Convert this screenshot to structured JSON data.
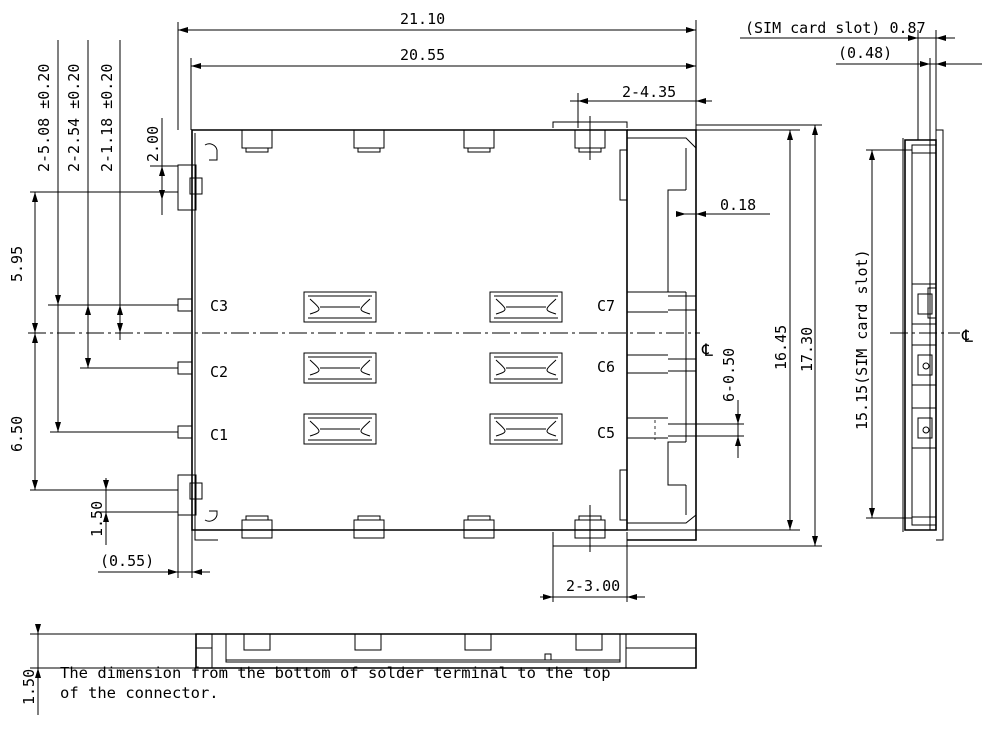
{
  "dimensions": {
    "overall_width": "21.10",
    "inner_width": "20.55",
    "pitch_top": "2-4.35",
    "pitch_bottom": "2-3.00",
    "tolerance_1": "2-5.08 ±0.20",
    "tolerance_2": "2-2.54 ±0.20",
    "tolerance_3": "2-1.18 ±0.20",
    "dim_2_00": "2.00",
    "dim_5_95": "5.95",
    "dim_6_50": "6.50",
    "dim_1_50_left": "1.50",
    "dim_0_55": "(0.55)",
    "dim_0_18": "0.18",
    "dim_6_0_50": "6-0.50",
    "dim_16_45": "16.45",
    "dim_17_30": "17.30",
    "sim_slot_087": "(SIM card slot) 0.87",
    "dim_0_48": "(0.48)",
    "sim_slot_1515": "15.15(SIM card slot)",
    "dim_1_50_height": "1.50"
  },
  "contacts": {
    "c1": "C1",
    "c2": "C2",
    "c3": "C3",
    "c5": "C5",
    "c6": "C6",
    "c7": "C7"
  },
  "centerline_symbol": "℄",
  "note": {
    "line1": "The dimension from the bottom of solder terminal to the top",
    "line2": "of the connector."
  }
}
